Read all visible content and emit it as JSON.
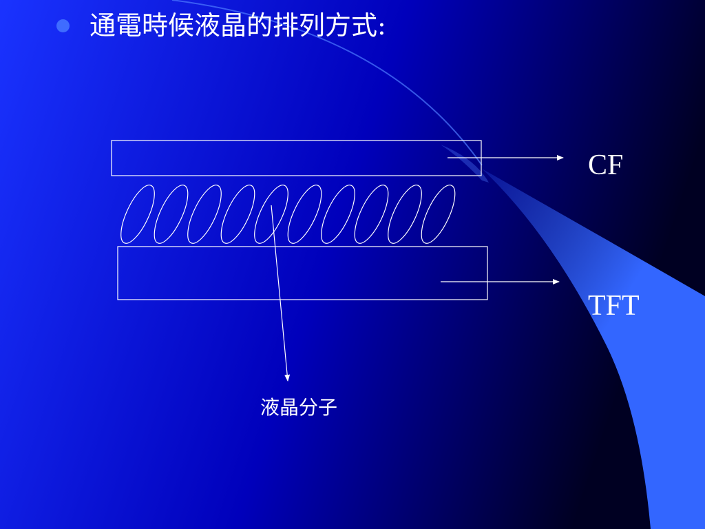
{
  "slide": {
    "bullet_text": "通電時候液晶的排列方式:"
  },
  "diagram": {
    "labels": {
      "cf": "CF",
      "tft": "TFT",
      "lc_molecule": "液晶分子"
    },
    "molecule_count": 10
  },
  "colors": {
    "background": "#0000cc",
    "background_dark": "#000033",
    "curve_accent": "#3366ff",
    "bullet": "#3f6cff",
    "line": "#ffffff"
  }
}
